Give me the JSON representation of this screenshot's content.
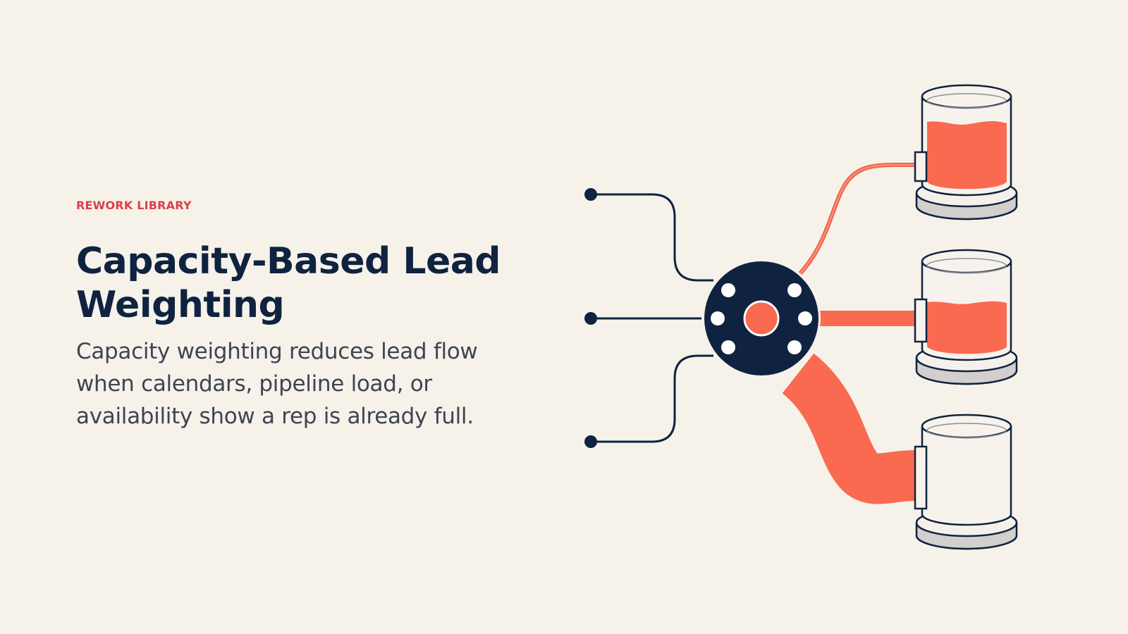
{
  "eyebrow": "REWORK LIBRARY",
  "title": "Capacity-Based Lead Weighting",
  "description": "Capacity weighting reduces lead flow when calendars, pipeline load, or availability show a rep is already full.",
  "colors": {
    "background": "#f6f2ea",
    "navy": "#0f2340",
    "coral": "#fa6a50",
    "accent_red": "#d8424a",
    "body_text": "#3d4451"
  },
  "illustration": {
    "inputs": 3,
    "containers": [
      {
        "fill_level": 0.75
      },
      {
        "fill_level": 0.55
      },
      {
        "fill_level": 0.0
      }
    ]
  }
}
